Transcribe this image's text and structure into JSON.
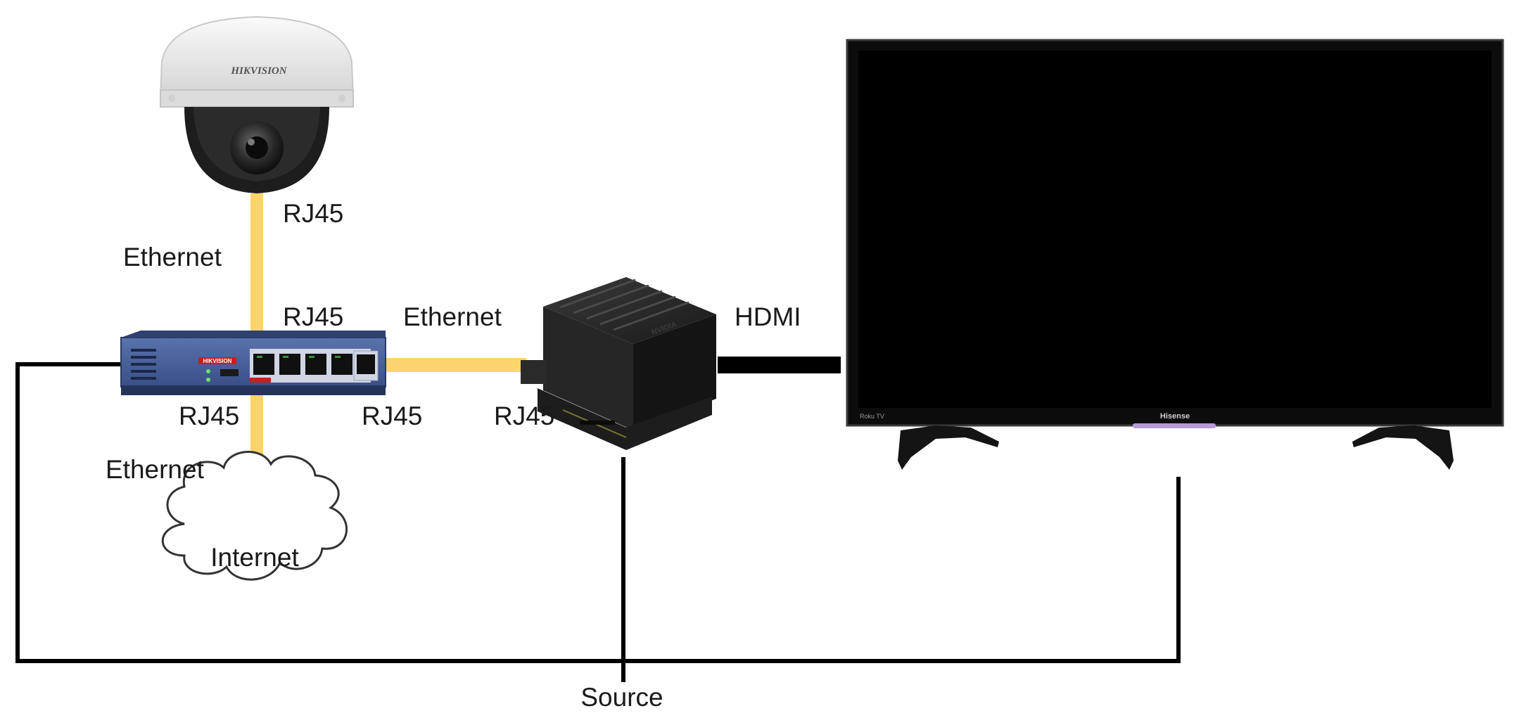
{
  "colors": {
    "ethernet_cable": "#FDD46C",
    "power_cable": "#000000",
    "hdmi_cable": "#000000",
    "camera_body": "#ECECEC",
    "switch_body": "#3A4F86",
    "tv_screen": "#000000",
    "box_body": "#1E1E1E"
  },
  "devices": {
    "camera": {
      "brand": "HIKVISION",
      "icon": "dome-camera"
    },
    "switch": {
      "brand": "HIKVISION",
      "icon": "poe-switch"
    },
    "jetson": {
      "brand": "NVIDIA",
      "icon": "compute-box"
    },
    "tv": {
      "brand": "Hisense",
      "corner_mark": "Roku TV",
      "icon": "television"
    },
    "cloud": {
      "label": "Internet",
      "icon": "cloud"
    }
  },
  "labels": {
    "camera_rj45": "RJ45",
    "ethernet_camera": "Ethernet",
    "switch_rj45_top": "RJ45",
    "ethernet_switch_box": "Ethernet",
    "hdmi": "HDMI",
    "switch_rj45_bottom": "RJ45",
    "switch_rj45_right": "RJ45",
    "box_rj45": "RJ45",
    "ethernet_internet": "Ethernet",
    "source": "Source"
  }
}
